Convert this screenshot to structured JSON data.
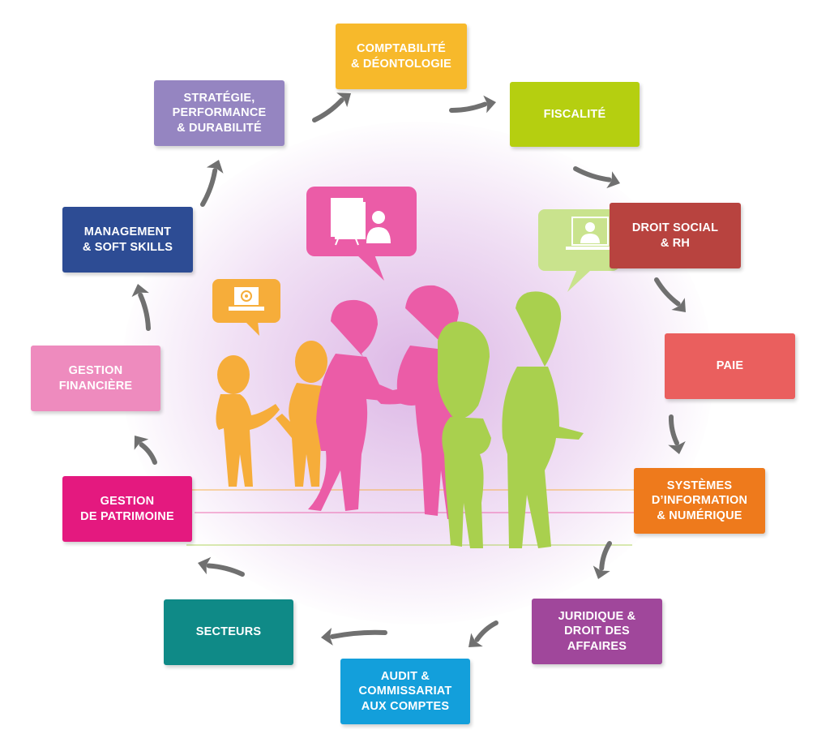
{
  "topics": [
    {
      "id": "comptabilite",
      "label": "COMPTABILITÉ\n& DÉONTOLOGIE",
      "color": "#F7B92B"
    },
    {
      "id": "fiscalite",
      "label": "FISCALITÉ",
      "color": "#B5CF10"
    },
    {
      "id": "droit-social",
      "label": "DROIT SOCIAL\n& RH",
      "color": "#B8433F"
    },
    {
      "id": "paie",
      "label": "PAIE",
      "color": "#EA5F5E"
    },
    {
      "id": "systemes",
      "label": "SYSTÈMES\nD’INFORMATION\n& NUMÉRIQUE",
      "color": "#EE7A1C"
    },
    {
      "id": "juridique",
      "label": "JURIDIQUE &\nDROIT DES\nAFFAIRES",
      "color": "#A0479B"
    },
    {
      "id": "audit",
      "label": "AUDIT &\nCOMMISSARIAT\nAUX COMPTES",
      "color": "#139FDB"
    },
    {
      "id": "secteurs",
      "label": "SECTEURS",
      "color": "#0F8A87"
    },
    {
      "id": "patrimoine",
      "label": "GESTION\nDE PATRIMOINE",
      "color": "#E4197F"
    },
    {
      "id": "financiere",
      "label": "GESTION\nFINANCIÈRE",
      "color": "#EE8BBE"
    },
    {
      "id": "management",
      "label": "MANAGEMENT\n& SOFT SKILLS",
      "color": "#2D4C94"
    },
    {
      "id": "strategie",
      "label": "STRATÉGIE,\nPERFORMANCE\n& DURABILITÉ",
      "color": "#9585C1"
    }
  ],
  "colors": {
    "arrow": "#707070",
    "orange_figure": "#F6AD3A",
    "pink_figure": "#EB5CA7",
    "green_figure": "#A9D04E",
    "green_figure_light": "#C9E38D"
  },
  "icons": {
    "bubble_board": "presentation-board-person-icon",
    "bubble_laptop": "laptop-email-icon",
    "bubble_screen": "video-call-icon"
  }
}
